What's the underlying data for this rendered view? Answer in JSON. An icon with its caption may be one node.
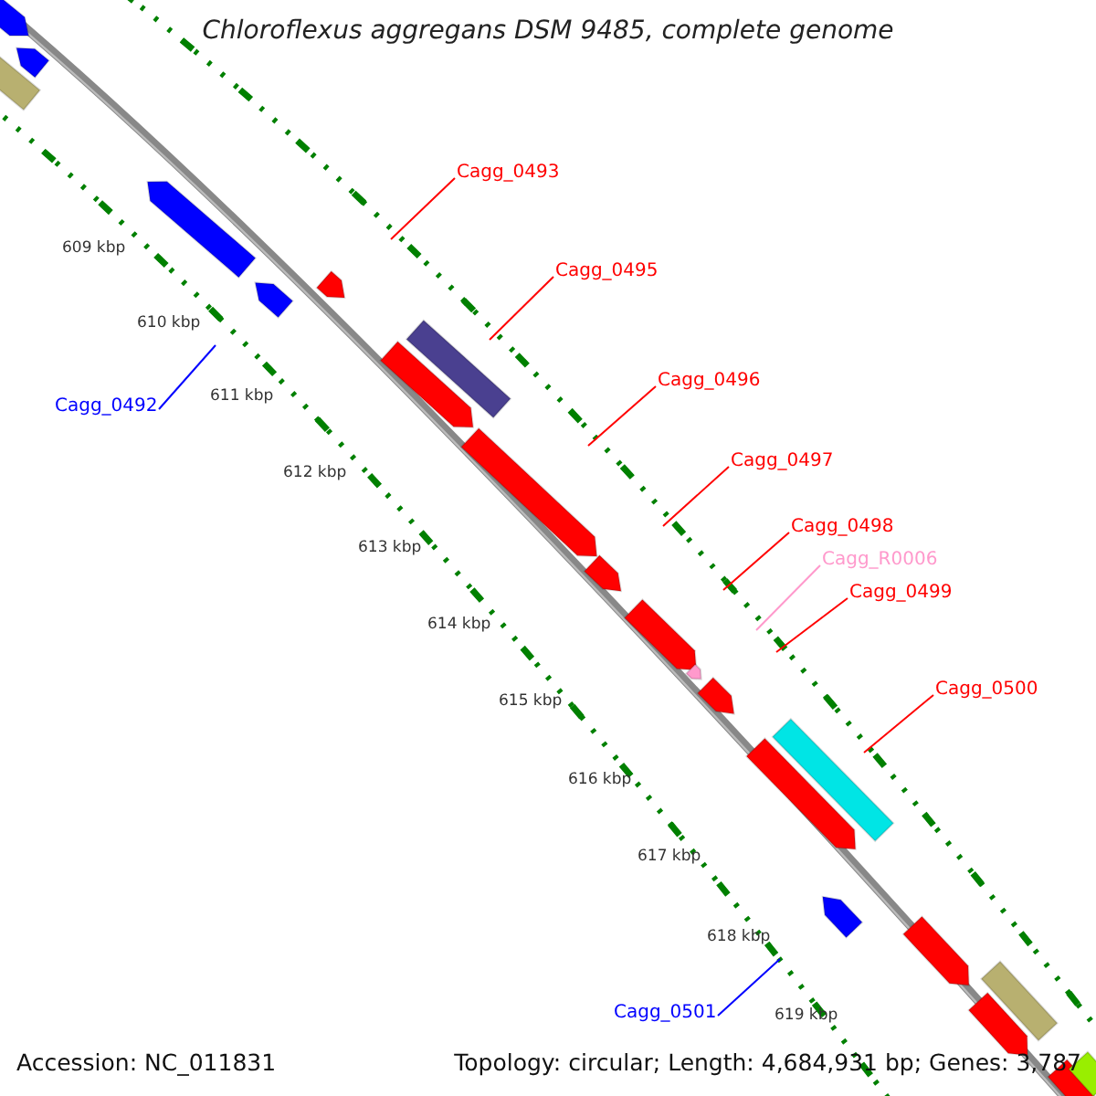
{
  "diagram": {
    "title": "Chloroflexus aggregans DSM 9485, complete genome",
    "nodes": [
      {
        "text": [
          "Cagg_0493"
        ]
      },
      {
        "text": [
          "Cagg_0495"
        ]
      },
      {
        "text": [
          "Cagg_0496"
        ]
      },
      {
        "text": [
          "Cagg_0492"
        ]
      },
      {
        "text": [
          "Cagg_0497"
        ]
      },
      {
        "text": [
          "Cagg_0498"
        ]
      },
      {
        "text": [
          "Cagg_R0006"
        ]
      },
      {
        "text": [
          "Cagg_0499"
        ]
      },
      {
        "text": [
          "Cagg_0500"
        ]
      },
      {
        "text": [
          "Cagg_0501"
        ]
      }
    ],
    "edges": [
      {
        "from": 0,
        "to": null,
        "arrow": "none"
      },
      {
        "from": 1,
        "to": null,
        "arrow": "none"
      },
      {
        "from": 2,
        "to": null,
        "arrow": "none"
      },
      {
        "from": 3,
        "to": null,
        "arrow": "none",
        "color": "#0000ff"
      },
      {
        "from": 4,
        "to": null,
        "arrow": "none"
      },
      {
        "from": 5,
        "to": null,
        "arrow": "none"
      },
      {
        "from": 6,
        "to": null,
        "arrow": "none",
        "color": "#ff99cc"
      },
      {
        "from": 7,
        "to": null,
        "arrow": "none"
      },
      {
        "from": 8,
        "to": null,
        "arrow": "none"
      },
      {
        "from": 9,
        "to": null,
        "arrow": "none",
        "color": "#0000ff"
      }
    ],
    "labels": [
      "609 kbp",
      "610 kbp",
      "611 kbp",
      "612 kbp",
      "613 kbp",
      "614 kbp",
      "615 kbp",
      "616 kbp",
      "617 kbp",
      "618 kbp",
      "619 kbp",
      "Accession: NC_011831",
      "Topology: circular; Length: 4,684,931 bp; Genes: 3,787"
    ]
  }
}
